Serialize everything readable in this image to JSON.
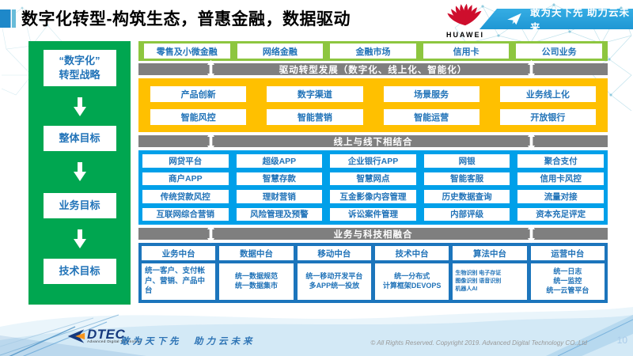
{
  "header": {
    "title": "数字化转型-构筑生态，普惠金融，数据驱动",
    "huawei_label": "HUAWEI",
    "banner_text": "敢为天下先 助力云未来"
  },
  "sidebar": {
    "items": [
      {
        "label": "“数字化”\n转型战略"
      },
      {
        "label": "整体目标"
      },
      {
        "label": "业务目标"
      },
      {
        "label": "技术目标"
      }
    ]
  },
  "main": {
    "business_lines": [
      "零售及小微金融",
      "网络金融",
      "金融市场",
      "信用卡",
      "公司业务"
    ],
    "drive_banner": "驱动转型发展（数字化、线上化、智能化）",
    "transforms": [
      [
        "产品创新",
        "数字渠道",
        "场景服务",
        "业务线上化"
      ],
      [
        "智能风控",
        "智能营销",
        "智能运营",
        "开放银行"
      ]
    ],
    "online_banner": "线上与线下相结合",
    "scenarios": [
      [
        "网贷平台",
        "超级APP",
        "企业银行APP",
        "网银",
        "聚合支付"
      ],
      [
        "商户APP",
        "智慧存款",
        "智慧网点",
        "智能客服",
        "信用卡风控"
      ],
      [
        "传统贷款风控",
        "理财营销",
        "互金影像内容管理",
        "历史数据查询",
        "流量对接"
      ],
      [
        "互联网综合营销",
        "风险管理及预警",
        "诉讼案件管理",
        "内部评级",
        "资本充足评定"
      ]
    ],
    "fusion_banner": "业务与科技相融合",
    "platforms": [
      {
        "title": "业务中台",
        "content": "统一客户、支付帐户、营销、产品中台"
      },
      {
        "title": "数据中台",
        "content": "统一数据规范\n统一数据集市"
      },
      {
        "title": "移动中台",
        "content": "统一移动开发平台\n多APP统一投放"
      },
      {
        "title": "技术中台",
        "content": "统一分布式\n计算框架DEVOPS"
      },
      {
        "title": "算法中台",
        "content": "生物识别 电子存证\n图像识别 语音识别\n机器人AI"
      },
      {
        "title": "运营中台",
        "content": "统一日志\n统一监控\n统一云管平台"
      }
    ]
  },
  "footer": {
    "dtec_name": "DTEC",
    "dtec_subtitle": "Advanced Digital Technology",
    "slogan": "敢为天下先　助力云未来",
    "copyright": "© All Rights Reserved. Copyright 2019. Advanced Digital Technology CO.,Ltd",
    "page_number": "10"
  },
  "colors": {
    "sidebar_green": "#00A650",
    "light_green": "#8DC63F",
    "banner_gray": "#7F7F7F",
    "yellow": "#FFC000",
    "bright_blue": "#00A0E9",
    "dark_blue": "#1C75BC",
    "box_text_blue": "#2173B8",
    "huawei_red": "#CE0E2D",
    "top_banner_blue": "#29A9E1"
  }
}
